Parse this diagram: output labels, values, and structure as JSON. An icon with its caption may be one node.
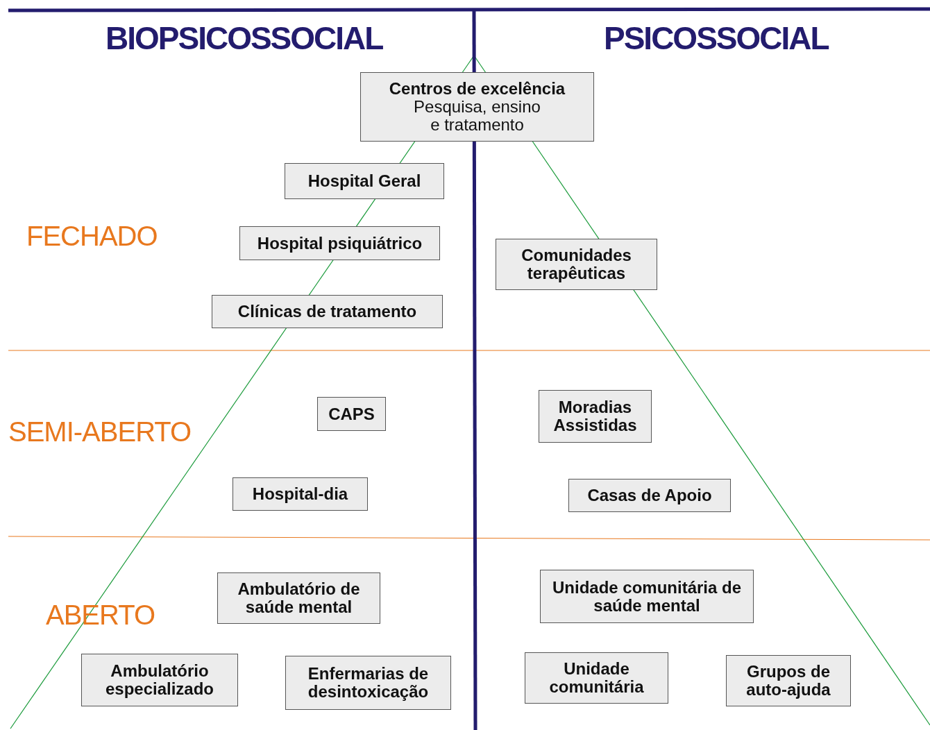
{
  "diagram": {
    "nodes": [
      {
        "text": [
          "Centros de excelência",
          "Pesquisa, ensino e tratamento"
        ]
      },
      {
        "text": [
          "Hospital Geral"
        ]
      },
      {
        "text": [
          "Hospital psiquiátrico"
        ]
      },
      {
        "text": [
          "Comunidades terapêuticas"
        ]
      },
      {
        "text": [
          "Clínicas de tratamento"
        ]
      },
      {
        "text": [
          "Moradias Assistidas"
        ]
      },
      {
        "text": [
          "CAPS"
        ]
      },
      {
        "text": [
          "Hospital-dia"
        ]
      },
      {
        "text": [
          "Casas de Apoio"
        ]
      },
      {
        "text": [
          "Ambulatório de saúde mental"
        ]
      },
      {
        "text": [
          "Unidade comunitária de saúde mental"
        ]
      },
      {
        "text": [
          "Ambulatório especializado"
        ]
      },
      {
        "text": [
          "Enfermarias de desintoxicação"
        ]
      },
      {
        "text": [
          "Unidade comunitária"
        ]
      },
      {
        "text": [
          "Grupos de auto-ajuda"
        ]
      }
    ],
    "labels": [
      "BIOPSICOSSOCIAL",
      "PSICOSSOCIAL",
      "FECHADO",
      "SEMI-ABERTO",
      "ABERTO"
    ]
  }
}
